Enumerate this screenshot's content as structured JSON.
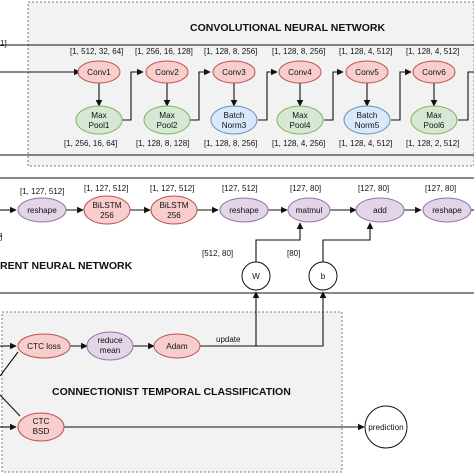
{
  "sections": {
    "cnn": "CONVOLUTIONAL NEURAL NETWORK",
    "rnn": "RENT NEURAL NETWORK",
    "ctc": "CONNECTIONIST TEMPORAL CLASSIFICATION"
  },
  "cnn": {
    "input_dim_fragment": "1]",
    "nodes": {
      "conv1": "Conv1",
      "conv2": "Conv2",
      "conv3": "Conv3",
      "conv4": "Conv4",
      "conv5": "Conv5",
      "conv6": "Conv6",
      "maxpool1": [
        "Max",
        "Pool1"
      ],
      "maxpool2": [
        "Max",
        "Pool2"
      ],
      "batchnorm3": [
        "Batch",
        "Norm3"
      ],
      "maxpool4": [
        "Max",
        "Pool4"
      ],
      "batchnorm5": [
        "Batch",
        "Norm5"
      ],
      "maxpool6": [
        "Max",
        "Pool6"
      ]
    },
    "dims_top": [
      "[1, 512, 32, 64]",
      "[1, 256, 16, 128]",
      "[1, 128, 8, 256]",
      "[1, 128, 8, 256]",
      "[1, 128, 4, 512]",
      "[1, 128, 4, 512]"
    ],
    "dims_bottom": [
      "[1, 256, 16, 64]",
      "[1, 128, 8, 128]",
      "[1, 128, 8, 256]",
      "[1, 128, 4, 256]",
      "[1, 128, 4, 512]",
      "[1, 128, 2, 512]"
    ]
  },
  "rnn": {
    "nodes": {
      "reshape1": "reshape",
      "bilstm1": [
        "BiLSTM",
        "256"
      ],
      "bilstm2": [
        "BiLSTM",
        "256"
      ],
      "reshape2": "reshape",
      "matmul": "matmul",
      "add": "add",
      "reshape3": "reshape",
      "w": "W",
      "b": "b"
    },
    "dims": [
      "[1, 127, 512]",
      "[1, 127, 512]",
      "[1, 127, 512]",
      "[127, 512]",
      "[127, 80]",
      "[127, 80]",
      "[127, 80]"
    ],
    "w_dim": "[512, 80]",
    "b_dim": "[80]",
    "left_fragment": "]"
  },
  "ctc": {
    "nodes": {
      "ctc_loss": "CTC loss",
      "reduce_mean": [
        "reduce",
        "mean"
      ],
      "adam": "Adam",
      "ctc_bsd": [
        "CTC",
        "BSD"
      ],
      "prediction": "prediction"
    },
    "update_label": "update"
  },
  "colors": {
    "red_fill": "#f8cecc",
    "red_stroke": "#b85450",
    "green_fill": "#d5e8d4",
    "green_stroke": "#82b366",
    "blue_fill": "#dae8fc",
    "blue_stroke": "#6c8ebf",
    "purple_fill": "#e1d5e7",
    "purple_stroke": "#9673a6",
    "panel_stroke": "#7a7a7a"
  }
}
